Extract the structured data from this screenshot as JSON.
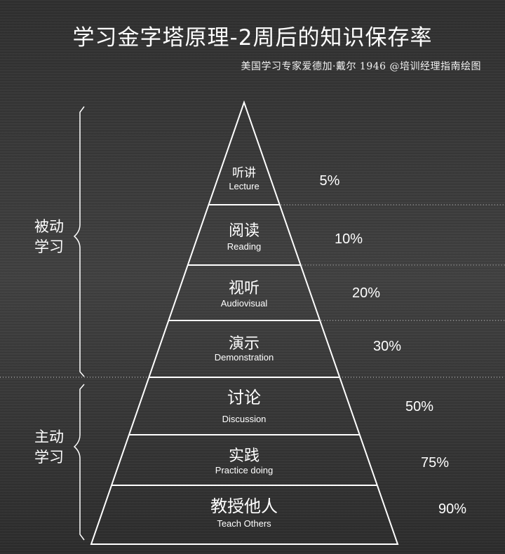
{
  "title": "学习金字塔原理-2周后的知识保存率",
  "subtitle": "美国学习专家爱德加·戴尔 1946 @培训经理指南绘图",
  "groups": [
    {
      "label_line1": "被动",
      "label_line2": "学习"
    },
    {
      "label_line1": "主动",
      "label_line2": "学习"
    }
  ],
  "levels": [
    {
      "zh": "听讲",
      "en": "Lecture",
      "pct": "5%"
    },
    {
      "zh": "阅读",
      "en": "Reading",
      "pct": "10%"
    },
    {
      "zh": "视听",
      "en": "Audiovisual",
      "pct": "20%"
    },
    {
      "zh": "演示",
      "en": "Demonstration",
      "pct": "30%"
    },
    {
      "zh": "讨论",
      "en": "Discussion",
      "pct": "50%"
    },
    {
      "zh": "实践",
      "en": "Practice doing",
      "pct": "75%"
    },
    {
      "zh": "教授他人",
      "en": "Teach Others",
      "pct": "90%"
    }
  ],
  "colors": {
    "line": "#ffffff",
    "dotted": "#cfcfcf"
  }
}
